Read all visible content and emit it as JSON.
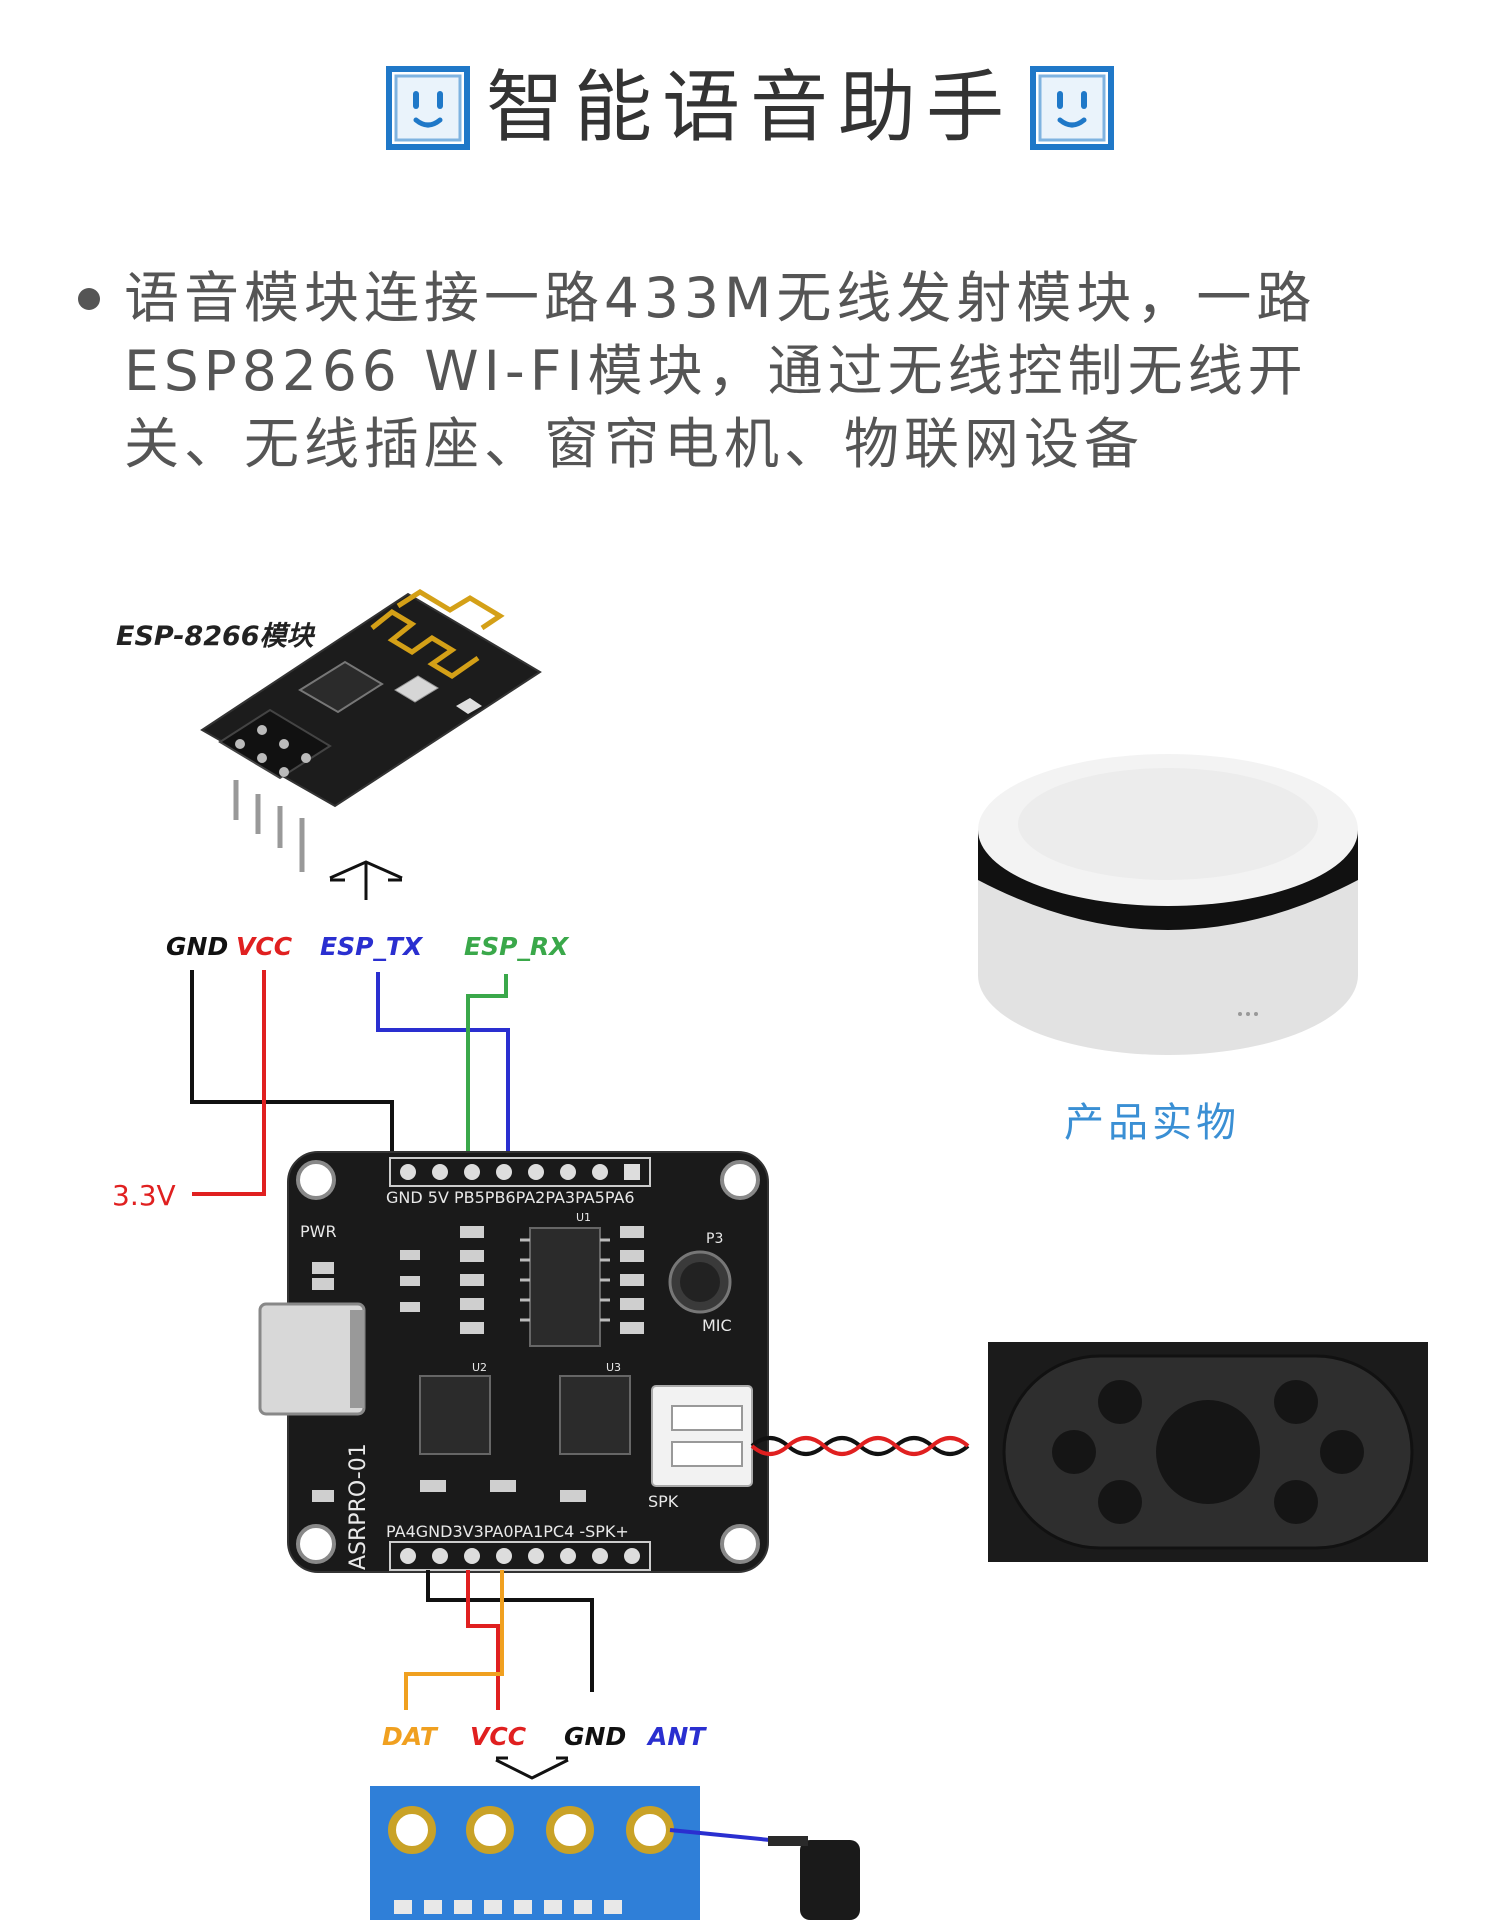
{
  "header": {
    "title": "智能语音助手",
    "icon": "smiling-outlet-icon",
    "accent": "#1f78c8"
  },
  "description": {
    "text": "语音模块连接一路433M无线发射模块，一路\nESP8266 WI-FI模块，通过无线控制无线开\n关、无线插座、窗帘电机、物联网设备"
  },
  "esp_module": {
    "label": "ESP-8266模块"
  },
  "top_wires": {
    "gnd": "GND",
    "vcc": "VCC",
    "esp_tx": "ESP_TX",
    "esp_rx": "ESP_RX",
    "v33": "3.3V"
  },
  "board": {
    "top_pins": "GND 5V  PB5PB6PA2PA3PA5PA6",
    "bottom_pins": "PA4GND3V3PA0PA1PC4 -SPK+",
    "pwr": "PWR",
    "mic": "MIC",
    "spk": "SPK",
    "model": "ASRPRO-01",
    "p3": "P3",
    "u1": "U1",
    "u2": "U2",
    "u3": "U3"
  },
  "bottom_wires": {
    "dat": "DAT",
    "vcc": "VCC",
    "gnd": "GND",
    "ant": "ANT"
  },
  "product": {
    "caption": "产品实物"
  },
  "colors": {
    "gnd": "#111111",
    "vcc": "#e02020",
    "tx": "#2a2fd0",
    "rx": "#3aa84a",
    "dat": "#f0a020",
    "ant": "#2a2fd0",
    "board": "#1a1a1a",
    "rf_board": "#2f7fd8"
  }
}
